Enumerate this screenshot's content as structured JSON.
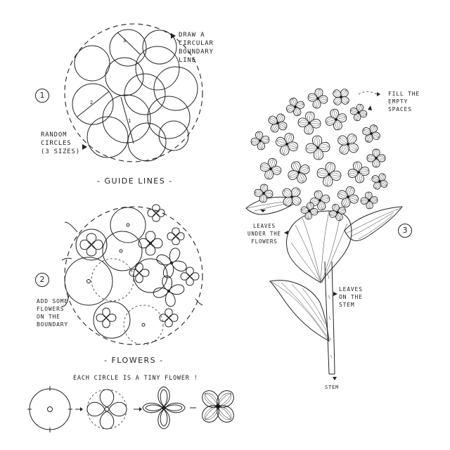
{
  "section1": {
    "step_number": "1",
    "title": "- GUIDE LINES -",
    "annotation_boundary": "DRAW A\nCIRCULAR\nBOUNDARY\nLINE",
    "annotation_circles": "RANDOM\nCIRCLES\n(3 SIZES)",
    "diameter_labels": [
      "3",
      "2",
      "1"
    ]
  },
  "section2": {
    "step_number": "2",
    "title": "- FLOWERS -",
    "annotation_boundary": "ADD SOME\nFLOWERS\nON THE\nBOUNDARY",
    "caption": "EACH CIRCLE IS A TINY FLOWER !"
  },
  "section3": {
    "step_number": "3",
    "annotation_fill": "FILL THE\nEMPTY\nSPACES",
    "annotation_leaves_under": "LEAVES\nUNDER THE\nFLOWERS",
    "annotation_leaves_stem": "LEAVES\nON THE\nSTEM",
    "annotation_stem": "STEM"
  },
  "progression": {
    "stages": [
      "circle-guide",
      "four-petal-outline",
      "inked-flower",
      "shaded-flower"
    ]
  },
  "colors": {
    "ink": "#222222",
    "paper": "#ffffff"
  }
}
